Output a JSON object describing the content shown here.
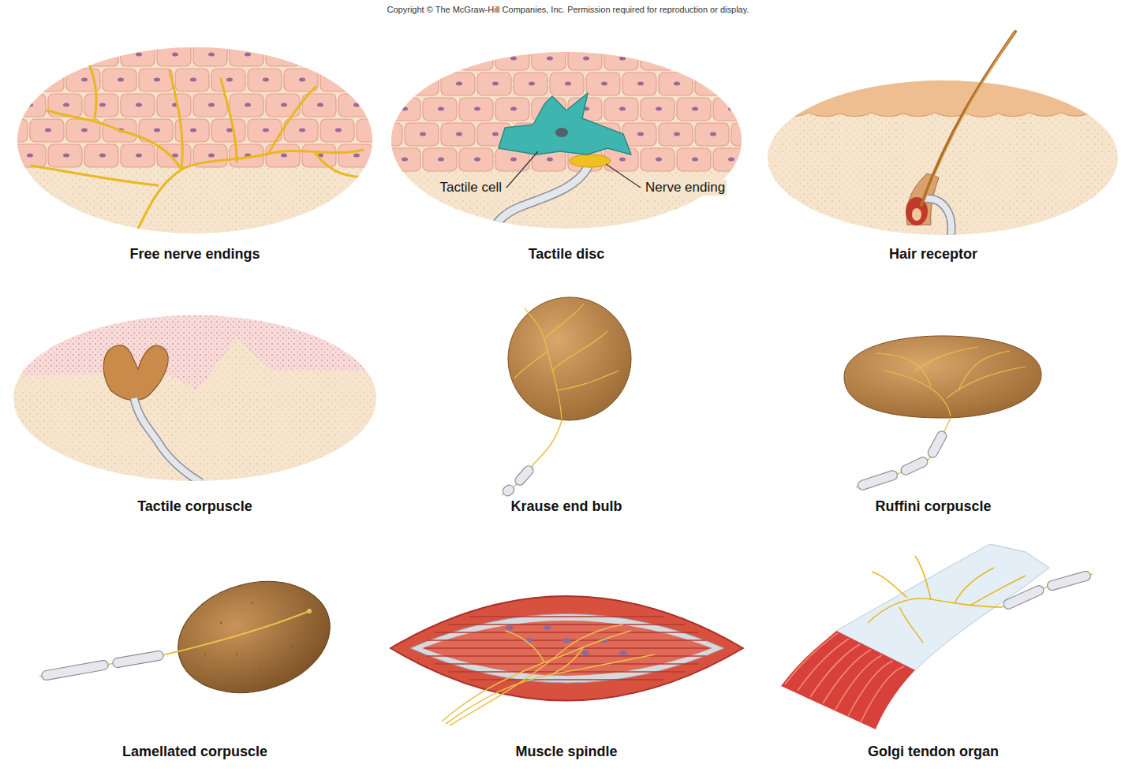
{
  "diagram": {
    "labels": [
      "Copyright © The McGraw-Hill Companies, Inc. Permission required for reproduction or display.",
      "Tactile cell",
      "Nerve ending",
      "Free nerve endings",
      "Tactile disc",
      "Hair receptor",
      "Tactile corpuscle",
      "Krause end bulb",
      "Ruffini corpuscle",
      "Lamellated corpuscle",
      "Muscle spindle",
      "Golgi tendon organ"
    ]
  }
}
